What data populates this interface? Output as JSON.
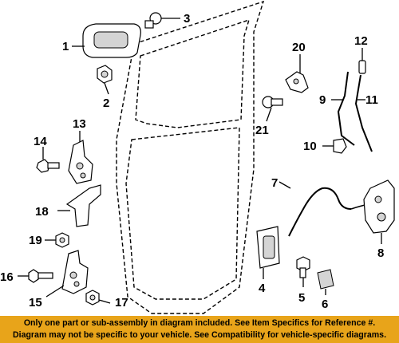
{
  "callouts": {
    "c1": "1",
    "c2": "2",
    "c3": "3",
    "c4": "4",
    "c5": "5",
    "c6": "6",
    "c7": "7",
    "c8": "8",
    "c9": "9",
    "c10": "10",
    "c11": "11",
    "c12": "12",
    "c13": "13",
    "c14": "14",
    "c15": "15",
    "c16": "16",
    "c17": "17",
    "c18": "18",
    "c19": "19",
    "c20": "20",
    "c21": "21"
  },
  "footer": {
    "line1": "Only one part or sub-assembly in diagram included. See Item Specifics for Reference #.",
    "line2": "Diagram may not be specific to your vehicle. See Compatibility for vehicle-specific diagrams."
  },
  "colors": {
    "footer_bg": "#e8a41a",
    "part_shade": "#d4d4d4",
    "line": "#000000"
  }
}
